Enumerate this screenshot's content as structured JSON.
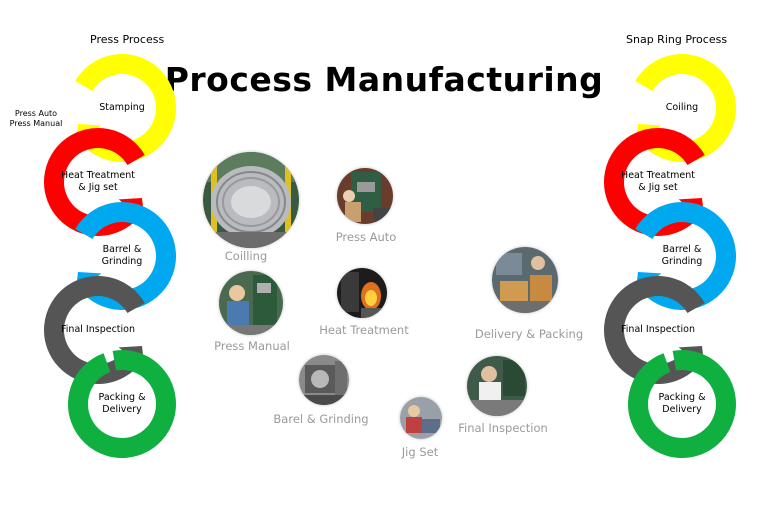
{
  "title": "Process Manufacturing",
  "left": {
    "heading": "Press Process",
    "note_lines": [
      "Press Auto",
      "Press Manual"
    ],
    "steps": [
      {
        "label": "Stamping",
        "color": "#ffff00"
      },
      {
        "label": "Heat Treatment\n& Jig set",
        "color": "#ff0000"
      },
      {
        "label": "Barrel &\nGrinding",
        "color": "#00a8f0"
      },
      {
        "label": "Final Inspection",
        "color": "#555555"
      },
      {
        "label": "Packing &\nDelivery",
        "color": "#10b040"
      }
    ]
  },
  "right": {
    "heading": "Snap Ring Process",
    "steps": [
      {
        "label": "Coiling",
        "color": "#ffff00"
      },
      {
        "label": "Heat Treatment\n& Jig set",
        "color": "#ff0000"
      },
      {
        "label": "Barrel &\nGrinding",
        "color": "#00a8f0"
      },
      {
        "label": "Final Inspection",
        "color": "#555555"
      },
      {
        "label": "Packing &\nDelivery",
        "color": "#10b040"
      }
    ]
  },
  "photos": [
    {
      "label": "Coilling",
      "icon": "coil-photo"
    },
    {
      "label": "Press Auto",
      "icon": "press-machine-photo"
    },
    {
      "label": "Press Manual",
      "icon": "worker-press-photo"
    },
    {
      "label": "Heat Treatment",
      "icon": "furnace-photo"
    },
    {
      "label": "Barel & Grinding",
      "icon": "grinding-machine-photo"
    },
    {
      "label": "Jig Set",
      "icon": "jig-set-photo"
    },
    {
      "label": "Final Inspection",
      "icon": "inspection-photo"
    },
    {
      "label": "Delivery & Packing",
      "icon": "packing-photo"
    }
  ]
}
